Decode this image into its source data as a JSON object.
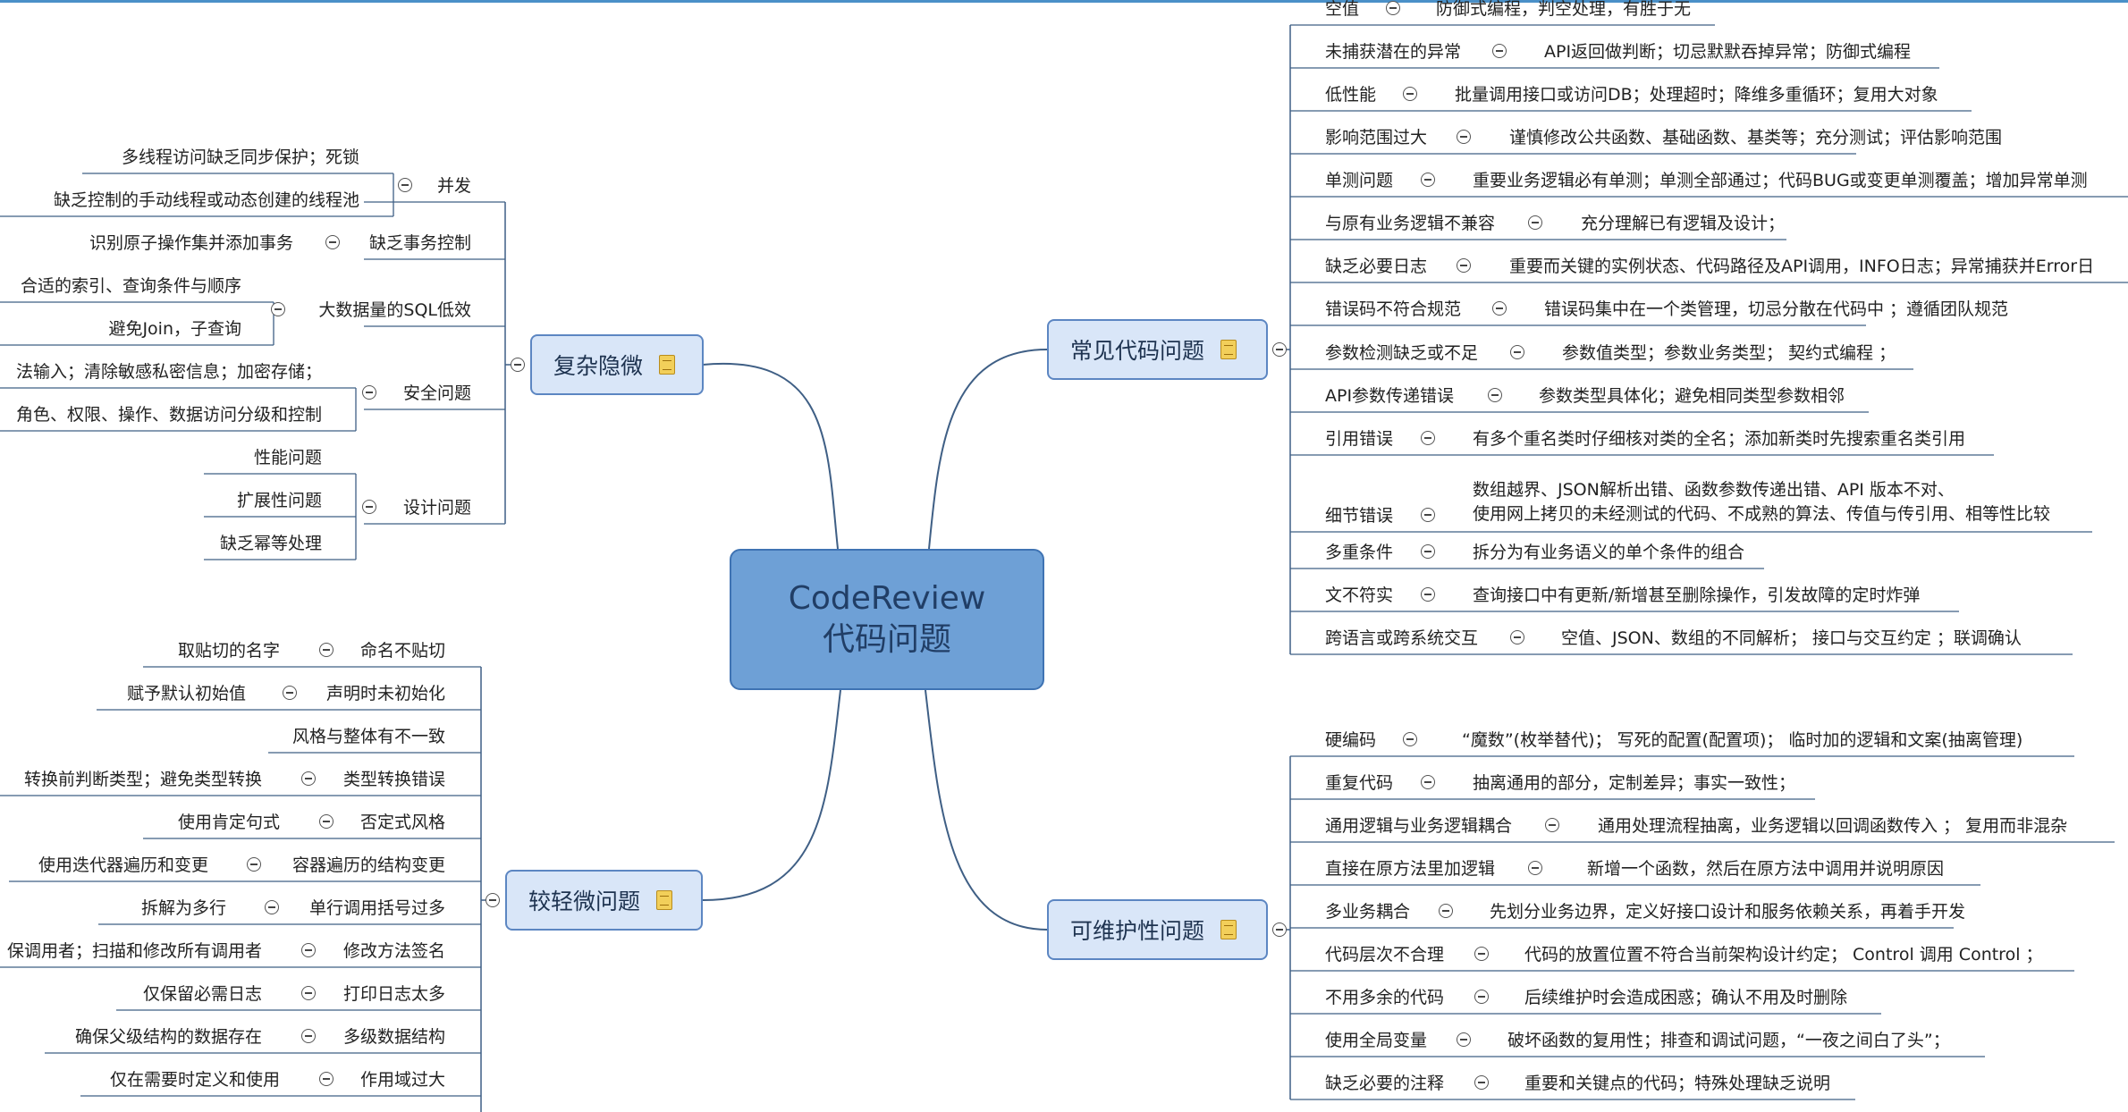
{
  "central": {
    "line1": "CodeReview",
    "line2": "代码问题"
  },
  "topics": {
    "common": {
      "label": "常见代码问题",
      "items": [
        {
          "k": "空值",
          "v": "防御式编程，判空处理，有胜于无"
        },
        {
          "k": "未捕获潜在的异常",
          "v": "API返回做判断；切忌默默吞掉异常；防御式编程"
        },
        {
          "k": "低性能",
          "v": "批量调用接口或访问DB；处理超时；降维多重循环；复用大对象"
        },
        {
          "k": "影响范围过大",
          "v": "谨慎修改公共函数、基础函数、基类等；充分测试；评估影响范围"
        },
        {
          "k": "单测问题",
          "v": "重要业务逻辑必有单测；单测全部通过；代码BUG或变更单测覆盖；增加异常单测"
        },
        {
          "k": "与原有业务逻辑不兼容",
          "v": "充分理解已有逻辑及设计；"
        },
        {
          "k": "缺乏必要日志",
          "v": "重要而关键的实例状态、代码路径及API调用，INFO日志；异常捕获并Error日"
        },
        {
          "k": "错误码不符合规范",
          "v": "错误码集中在一个类管理，切忌分散在代码中 ；遵循团队规范"
        },
        {
          "k": "参数检测缺乏或不足",
          "v": "参数值类型；参数业务类型；  契约式编程 ；"
        },
        {
          "k": "API参数传递错误",
          "v": "参数类型具体化；避免相同类型参数相邻"
        },
        {
          "k": "引用错误",
          "v": "有多个重名类时仔细核对类的全名；添加新类时先搜索重名类引用"
        },
        {
          "k": "细节错误",
          "v": "数组越界、JSON解析出错、函数参数传递出错、API 版本不对、\n使用网上拷贝的未经测试的代码、不成熟的算法、传值与传引用、相等性比较"
        },
        {
          "k": "多重条件",
          "v": "拆分为有业务语义的单个条件的组合"
        },
        {
          "k": "文不符实",
          "v": "查询接口中有更新/新增甚至删除操作，引发故障的定时炸弹"
        },
        {
          "k": "跨语言或跨系统交互",
          "v": "空值、JSON、数组的不同解析；  接口与交互约定 ；联调确认"
        }
      ]
    },
    "maint": {
      "label": "可维护性问题",
      "items": [
        {
          "k": "硬编码",
          "v": "“魔数”(枚举替代)；  写死的配置(配置项)；  临时加的逻辑和文案(抽离管理)"
        },
        {
          "k": "重复代码",
          "v": "抽离通用的部分，定制差异；事实一致性；"
        },
        {
          "k": "通用逻辑与业务逻辑耦合",
          "v": "通用处理流程抽离，业务逻辑以回调函数传入 ；  复用而非混杂"
        },
        {
          "k": "直接在原方法里加逻辑",
          "v": "新增一个函数，然后在原方法中调用并说明原因"
        },
        {
          "k": "多业务耦合",
          "v": "先划分业务边界，定义好接口设计和服务依赖关系，再着手开发"
        },
        {
          "k": "代码层次不合理",
          "v": "代码的放置位置不符合当前架构设计约定；  Control  调用  Control ；"
        },
        {
          "k": "不用多余的代码",
          "v": "后续维护时会造成困惑；确认不用及时删除"
        },
        {
          "k": "使用全局变量",
          "v": "破坏函数的复用性；排查和调试问题，“一夜之间白了头”；"
        },
        {
          "k": "缺乏必要的注释",
          "v": "重要和关键点的代码；特殊处理缺乏说明"
        }
      ]
    },
    "complex": {
      "label": "复杂隐微",
      "groups": [
        {
          "k": "并发",
          "leaves": [
            "多线程访问缺乏同步保护；死锁",
            "缺乏控制的手动线程或动态创建的线程池"
          ]
        },
        {
          "k": "缺乏事务控制",
          "leaves": [
            "识别原子操作集并添加事务"
          ]
        },
        {
          "k": "大数据量的SQL低效",
          "leaves": [
            "合适的索引、查询条件与顺序",
            "避免Join，子查询"
          ]
        },
        {
          "k": "安全问题",
          "leaves": [
            "法输入；清除敏感私密信息；加密存储；",
            "角色、权限、操作、数据访问分级和控制"
          ]
        },
        {
          "k": "设计问题",
          "leaves": [
            "性能问题",
            "扩展性问题",
            "缺乏幂等处理"
          ]
        }
      ]
    },
    "minor": {
      "label": "较轻微问题",
      "items": [
        {
          "k": "命名不贴切",
          "v": "取贴切的名字"
        },
        {
          "k": "声明时未初始化",
          "v": "赋予默认初始值"
        },
        {
          "k": "风格与整体有不一致",
          "v": ""
        },
        {
          "k": "类型转换错误",
          "v": "转换前判断类型；避免类型转换"
        },
        {
          "k": "否定式风格",
          "v": "使用肯定句式"
        },
        {
          "k": "容器遍历的结构变更",
          "v": "使用迭代器遍历和变更"
        },
        {
          "k": "单行调用括号过多",
          "v": "拆解为多行"
        },
        {
          "k": "修改方法签名",
          "v": "保调用者；扫描和修改所有调用者"
        },
        {
          "k": "打印日志太多",
          "v": "仅保留必需日志"
        },
        {
          "k": "多级数据结构",
          "v": "确保父级结构的数据存在"
        },
        {
          "k": "作用域过大",
          "v": "仅在需要时定义和使用"
        }
      ]
    }
  }
}
